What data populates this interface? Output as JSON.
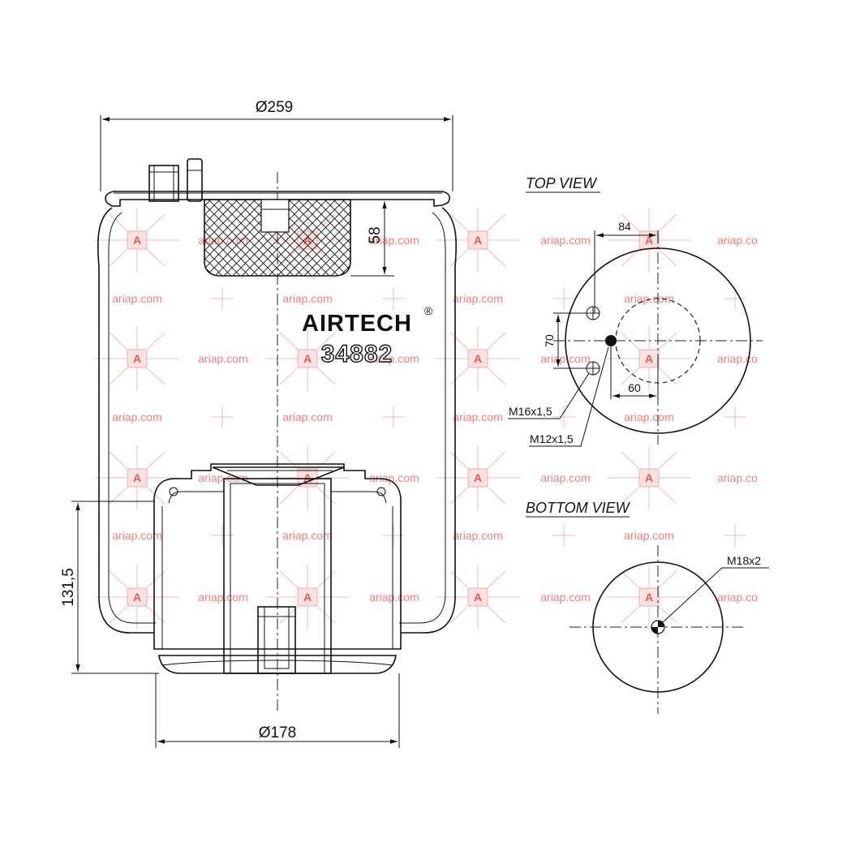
{
  "brand": {
    "name": "AIRTECH",
    "trademark": "®",
    "part_number": "34882"
  },
  "dimensions": {
    "top_diameter": "Ø259",
    "bottom_diameter": "Ø178",
    "height": "131,5",
    "top_cap_depth": "58"
  },
  "top_view": {
    "title": "TOP VIEW",
    "dim_offset": "84",
    "dim_spacing": "70",
    "dim_center": "60",
    "thread_stud": "M16x1,5",
    "thread_air": "M12x1,5"
  },
  "bottom_view": {
    "title": "BOTTOM VIEW",
    "thread": "M18x2"
  },
  "watermark": {
    "text": "ariap.com",
    "text_clipped": "ariap.co",
    "logo_letter": "A"
  },
  "colors": {
    "line": "#111111",
    "watermark": "#f08080",
    "watermark_logo_fill": "#fbe2e2"
  }
}
